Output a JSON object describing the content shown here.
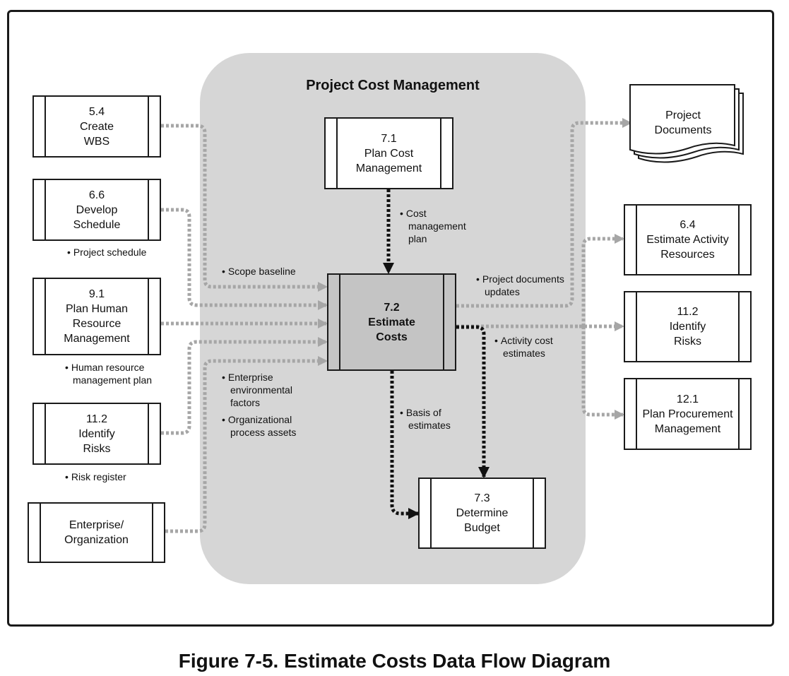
{
  "title": "Project Cost Management",
  "caption": "Figure 7-5. Estimate Costs Data Flow Diagram",
  "center": [
    "7.2",
    "Estimate",
    "Costs"
  ],
  "plan": [
    "7.1",
    "Plan Cost",
    "Management"
  ],
  "budget": [
    "7.3",
    "Determine",
    "Budget"
  ],
  "inputs": {
    "wbs": [
      "5.4",
      "Create",
      "WBS"
    ],
    "schedule": [
      "6.6",
      "Develop",
      "Schedule"
    ],
    "hr": [
      "9.1",
      "Plan Human",
      "Resource",
      "Management"
    ],
    "risks": [
      "11.2",
      "Identify",
      "Risks"
    ],
    "enterprise": [
      "Enterprise/",
      "Organization"
    ]
  },
  "outputs": {
    "documents": [
      "Project",
      "Documents"
    ],
    "resources": [
      "6.4",
      "Estimate Activity",
      "Resources"
    ],
    "risks": [
      "11.2",
      "Identify",
      "Risks"
    ],
    "procurement": [
      "12.1",
      "Plan Procurement",
      "Management"
    ]
  },
  "labels": {
    "project_schedule": [
      "Project schedule"
    ],
    "hr_plan": [
      "Human resource",
      "management plan"
    ],
    "risk_register": [
      "Risk register"
    ],
    "scope_baseline": [
      "Scope baseline"
    ],
    "cost_plan": [
      "Cost",
      "management",
      "plan"
    ],
    "eef": [
      "Enterprise",
      "environmental",
      "factors"
    ],
    "opa": [
      "Organizational",
      "process assets"
    ],
    "basis": [
      "Basis of",
      "estimates"
    ],
    "doc_updates": [
      "Project documents",
      "updates"
    ],
    "activity_estimates": [
      "Activity cost",
      "estimates"
    ]
  },
  "bullet": "•"
}
